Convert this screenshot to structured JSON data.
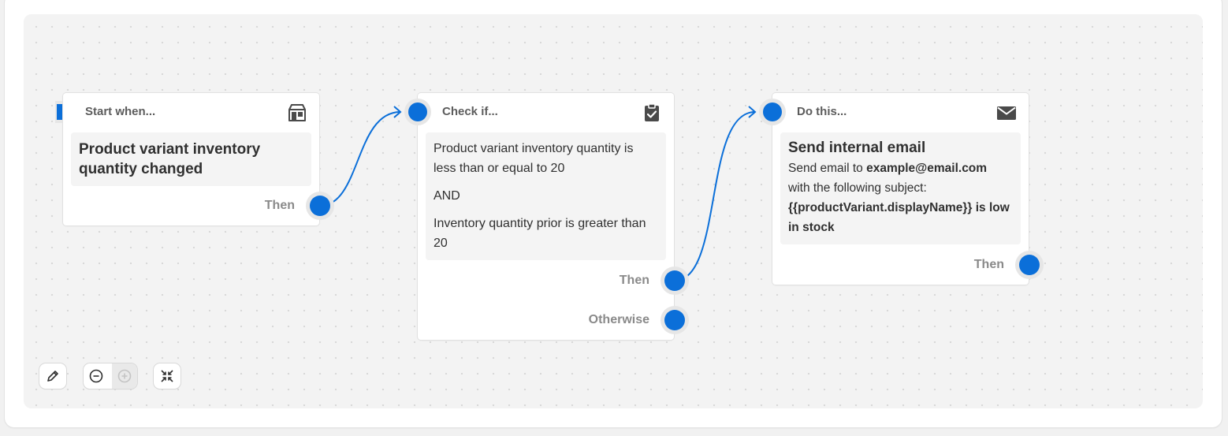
{
  "colors": {
    "accent": "#0B6FD9",
    "canvas_bg": "#F3F3F3",
    "port_ring": "#E6E6E6",
    "muted_text": "#8A8A8A"
  },
  "trigger": {
    "header": "Start when...",
    "icon": "store-icon",
    "title": "Product variant inventory quantity changed",
    "port_label": "Then"
  },
  "condition": {
    "header": "Check if...",
    "icon": "clipboard-check-icon",
    "criteria": [
      "Product variant inventory quantity is less than or equal to 20",
      "AND",
      "Inventory quantity prior is greater than 20"
    ],
    "ports": [
      "Then",
      "Otherwise"
    ]
  },
  "action": {
    "header": "Do this...",
    "icon": "envelope-icon",
    "title": "Send internal email",
    "desc_prefix": "Send email to ",
    "email": "example@email.com",
    "desc_middle": " with the following subject: ",
    "subject": "{{productVariant.displayName}} is low in stock",
    "port_label": "Then"
  },
  "toolbar": {
    "edit_icon": "pencil-icon",
    "zoom_out_icon": "zoom-out-icon",
    "zoom_in_icon": "zoom-in-icon",
    "fit_icon": "collapse-icon"
  }
}
